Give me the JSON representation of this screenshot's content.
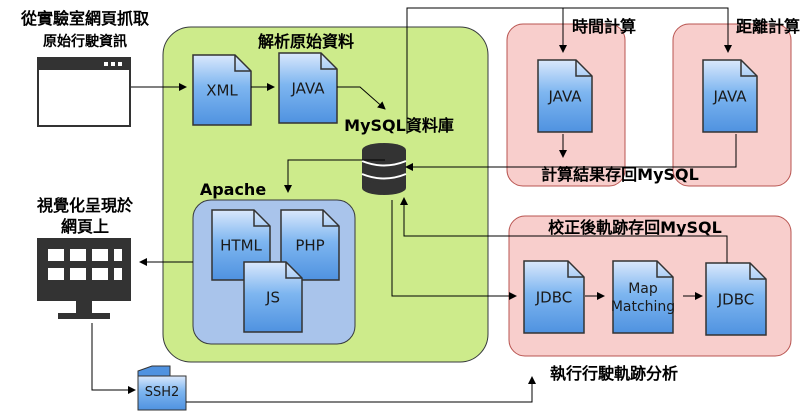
{
  "labels": {
    "crawl_line1": "從實驗室網頁抓取",
    "crawl_line2": "原始行駛資訊",
    "parse_title": "解析原始資料",
    "mysql_db": "MySQL資料庫",
    "apache": "Apache",
    "time_calc": "時間計算",
    "dist_calc": "距離計算",
    "calc_store": "計算結果存回MySQL",
    "correct_store": "校正後軌跡存回MySQL",
    "visual_line1": "視覺化呈現於",
    "visual_line2": "網頁上",
    "exec_analysis": "執行行駛軌跡分析"
  },
  "files": {
    "xml": "XML",
    "java_parse": "JAVA",
    "java_time": "JAVA",
    "java_dist": "JAVA",
    "html": "HTML",
    "php": "PHP",
    "js": "JS",
    "jdbc_in": "JDBC",
    "map_line1": "Map",
    "map_line2": "Matching",
    "jdbc_out": "JDBC",
    "ssh": "SSH2"
  },
  "colors": {
    "green_box": "#cdeb8b",
    "green_border": "#36393d",
    "pink_box": "#f8cecc",
    "pink_border": "#b85450",
    "blue_box": "#a9c4eb",
    "file_fill": "#5aa0e8",
    "file_border": "#333333"
  }
}
